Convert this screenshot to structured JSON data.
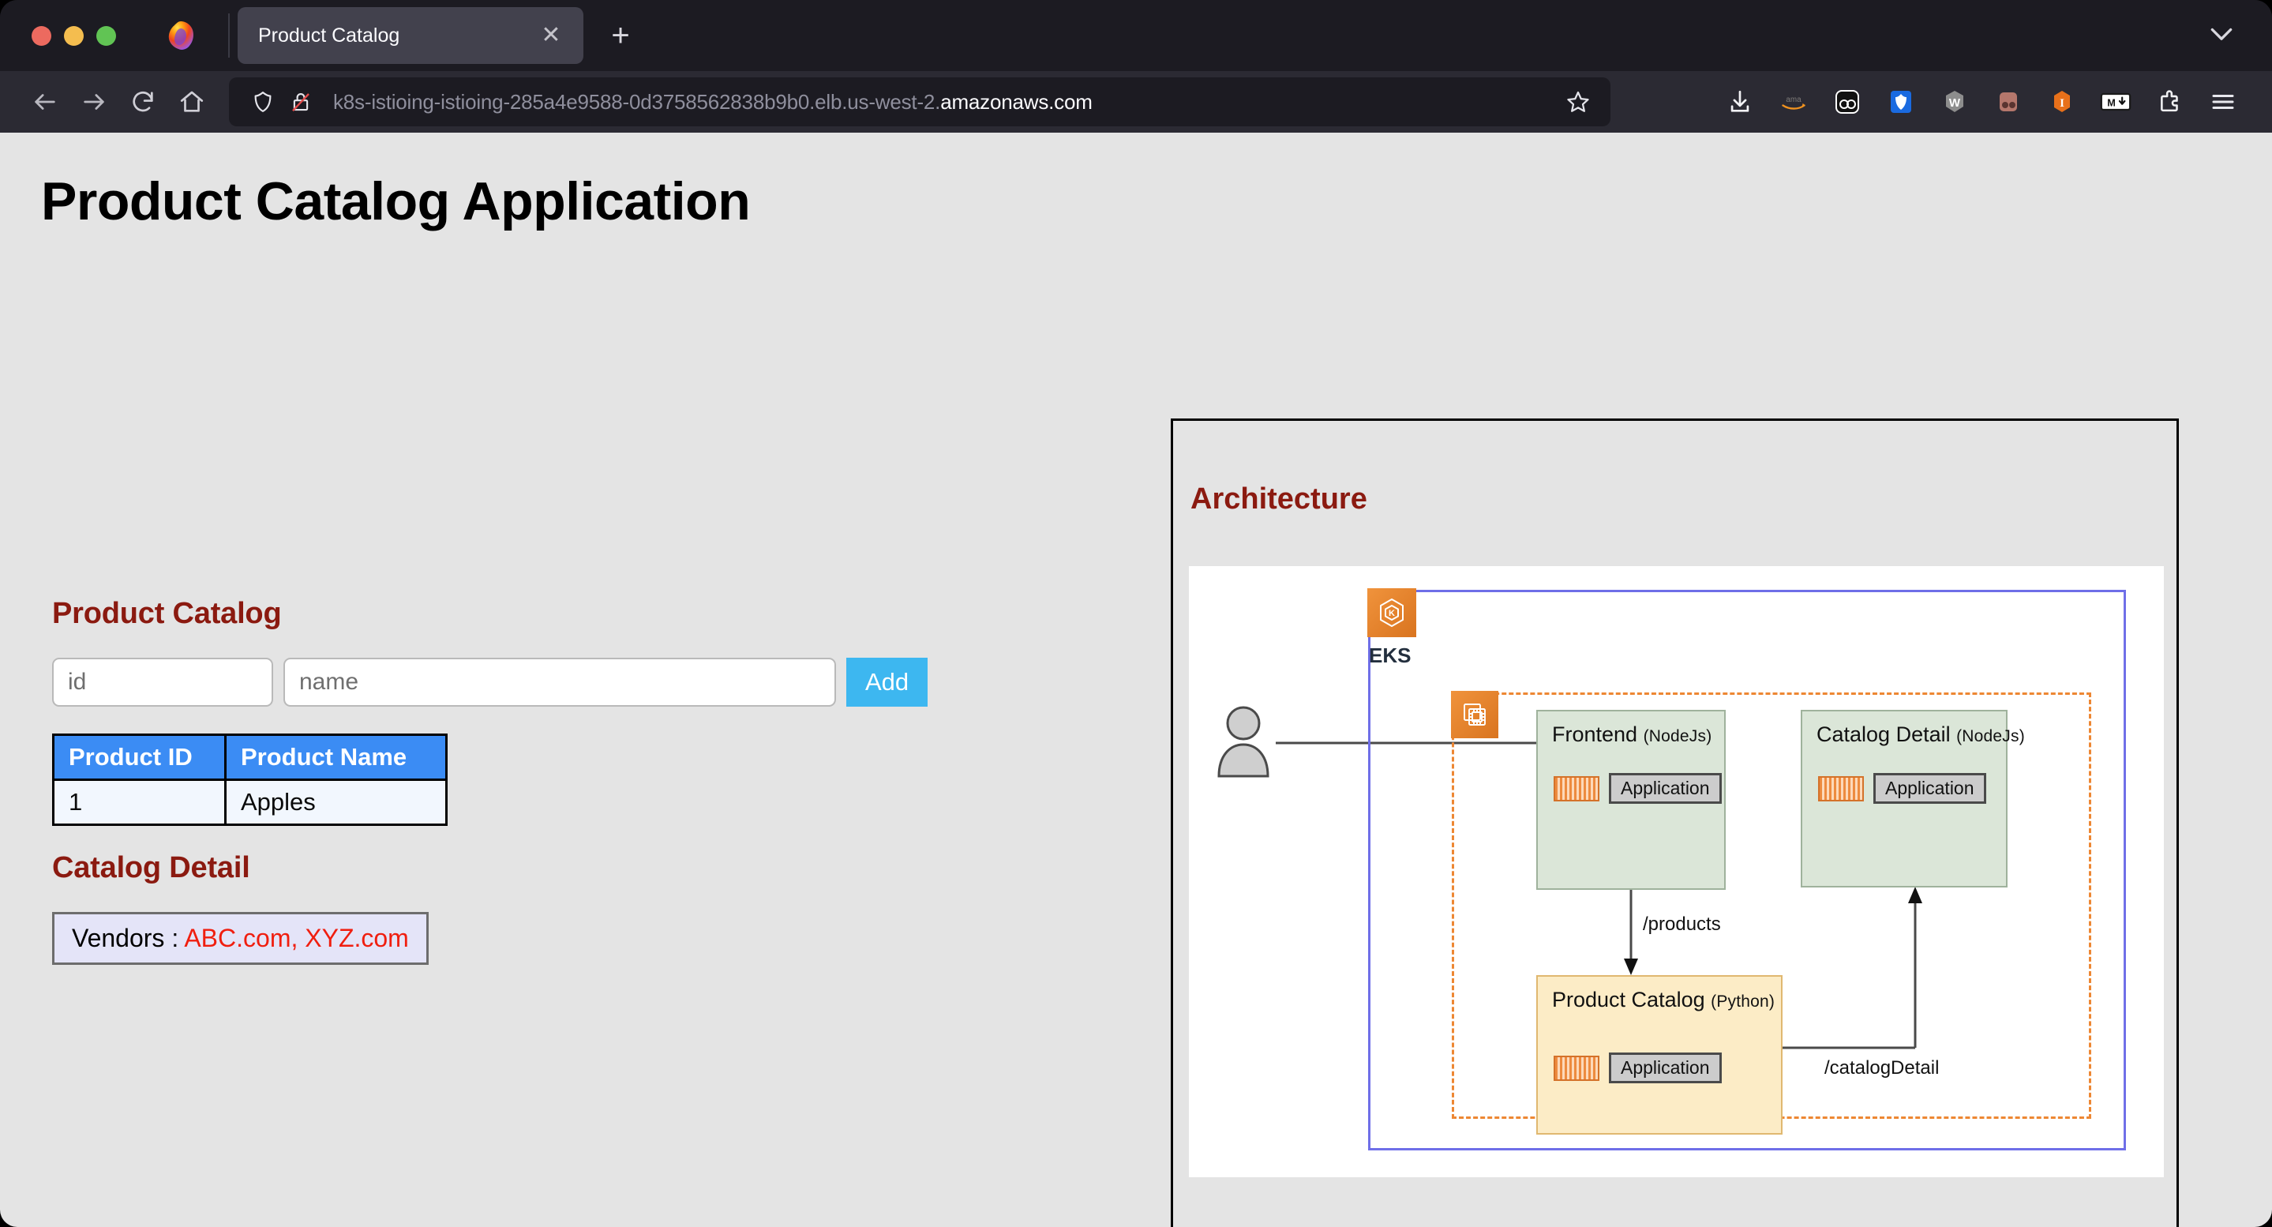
{
  "browser": {
    "traffic_lights": [
      "close",
      "minimize",
      "zoom"
    ],
    "tab": {
      "title": "Product Catalog",
      "close_label": "✕"
    },
    "new_tab_label": "+",
    "nav": {
      "back": "back-arrow",
      "forward": "forward-arrow",
      "reload": "reload",
      "home": "home"
    },
    "url": {
      "prefix": "k8s-istioing-istioing-285a4e9588-0d3758562838b9b0.elb.us-west-2.",
      "domain": "amazonaws.com",
      "full": "k8s-istioing-istioing-285a4e9588-0d3758562838b9b0.elb.us-west-2.amazonaws.com",
      "shield_icon": "shield-icon",
      "lock_broken_icon": "lock-crossed-icon",
      "bookmark_icon": "star-icon"
    },
    "extensions": [
      {
        "name": "downloads-icon",
        "label": ""
      },
      {
        "name": "amazon-icon",
        "label": ""
      },
      {
        "name": "pocket-icon",
        "label": ""
      },
      {
        "name": "shield-extension-icon",
        "label": ""
      },
      {
        "name": "wikipedia-w-icon",
        "label": "W"
      },
      {
        "name": "dual-circle-icon",
        "label": ""
      },
      {
        "name": "instapaper-i-icon",
        "label": "I"
      },
      {
        "name": "markdown-download-icon",
        "label": "M↓"
      },
      {
        "name": "extensions-puzzle-icon",
        "label": ""
      },
      {
        "name": "app-menu-icon",
        "label": ""
      }
    ]
  },
  "page": {
    "title": "Product Catalog Application",
    "background": "#e4e4e4"
  },
  "catalog": {
    "heading": "Product Catalog",
    "form": {
      "id_placeholder": "id",
      "id_value": "",
      "name_placeholder": "name",
      "name_value": "",
      "add_label": "Add"
    },
    "table": {
      "columns": [
        "Product ID",
        "Product Name"
      ],
      "rows": [
        {
          "id": "1",
          "name": "Apples"
        }
      ]
    }
  },
  "catalog_detail": {
    "heading": "Catalog Detail",
    "vendors_label": "Vendors : ",
    "vendors_value": "ABC.com, XYZ.com"
  },
  "architecture": {
    "heading": "Architecture",
    "cluster_label": "EKS",
    "actor": "user-actor",
    "nodes": [
      {
        "key": "frontend",
        "title": "Frontend",
        "lang": "(NodeJs)",
        "app_label": "Application",
        "style": "nodejs"
      },
      {
        "key": "catalog_detail",
        "title": "Catalog Detail",
        "lang": "(NodeJs)",
        "app_label": "Application",
        "style": "nodejs"
      },
      {
        "key": "product_catalog",
        "title": "Product Catalog",
        "lang": "(Python)",
        "app_label": "Application",
        "style": "python"
      }
    ],
    "edges": [
      {
        "from": "user",
        "to": "frontend",
        "label": ""
      },
      {
        "from": "frontend",
        "to": "product_catalog",
        "label": "/products"
      },
      {
        "from": "product_catalog",
        "to": "catalog_detail",
        "label": "/catalogDetail"
      }
    ],
    "colors": {
      "cluster_border": "#6f6fe8",
      "namespace_border": "#ed8733",
      "nodejs_fill": "#dbe6d8",
      "python_fill": "#fcecc6",
      "aws_orange": "#e0751c"
    }
  }
}
